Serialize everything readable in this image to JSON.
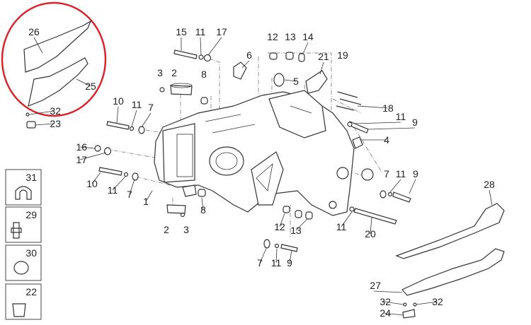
{
  "diagram": {
    "title_hidden": null,
    "highlight_color": "#d9252b",
    "callouts": [
      "26",
      "25",
      "32",
      "23",
      "15",
      "11",
      "17",
      "12",
      "13",
      "14",
      "6",
      "3",
      "2",
      "8",
      "5",
      "21",
      "19",
      "18",
      "11",
      "9",
      "10",
      "11",
      "7",
      "16",
      "17",
      "4",
      "10",
      "11",
      "7",
      "1",
      "7",
      "11",
      "9",
      "28",
      "2",
      "3",
      "8",
      "12",
      "13",
      "11",
      "20",
      "7",
      "11",
      "9",
      "27",
      "32",
      "32",
      "24"
    ],
    "insets": [
      "31",
      "29",
      "30",
      "22"
    ]
  }
}
